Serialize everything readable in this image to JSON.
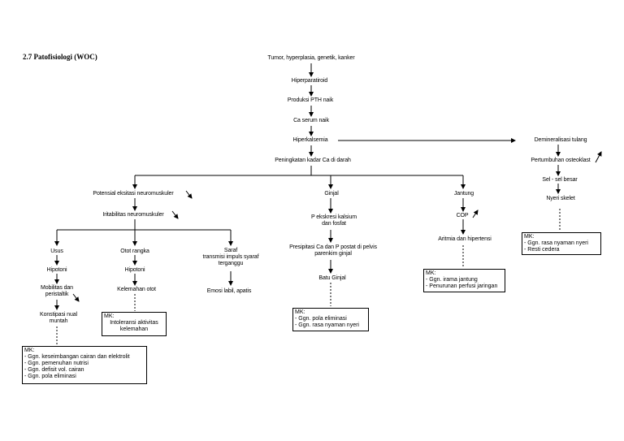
{
  "title": "2.7 Patofisiologi (WOC)",
  "nodes": {
    "tumor": "Tumor, hyperplasia, genetik, kanker",
    "hiperparatiroid": "Hiperparatiroid",
    "produksi_pth": "Produksi PTH naik",
    "ca_serum": "Ca serum naik",
    "hiperkalsemia": "Hiperkalsemia",
    "peningkatan_ca": "Peningkatan kadar Ca di darah",
    "demineralisasi": "Demineralisasi tulang",
    "osteoklast": "Pertumbuhan osteoklast",
    "sel_sel_besar": "Sel - sel besar",
    "nyeri_skelet": "Nyeri skelet",
    "potensial": "Potensial eksitasi neuromuskuler",
    "iritabilitas": "Iritabilitas neuromuskuler",
    "ginjal": "Ginjal",
    "jantung": "Jantung",
    "usus": "Usus",
    "otot_rangka": "Otot rangka",
    "saraf_1": "Saraf",
    "saraf_2": "transmisi impuls syaraf",
    "saraf_3": "terganggu",
    "hipotoni_usus": "Hipotoni",
    "hipotoni_otot": "Hipotoni",
    "mobilitas_1": "Mobilitas dan",
    "mobilitas_2": "peristaltik",
    "kelemahan": "Kelemahan otot",
    "emosi": "Emosi labil, apatis",
    "konstipasi_1": "Konstipasi nual",
    "konstipasi_2": "muntah",
    "ekskresi_1": "P ekskresi kalsium",
    "ekskresi_2": "dan fosfat",
    "presipitasi_1": "Presipitasi Ca dan P postat di pelvis",
    "presipitasi_2": "parenkim ginjal",
    "batu_ginjal": "Batu Ginjal",
    "cop": "COP",
    "aritmia": "Aritmia dan hipertensi"
  },
  "boxes": {
    "usus_mk": [
      "MK:",
      "- Ggn. keseimbangan cairan dan elektrolit",
      "- Ggn. pemenuhan nutrisi",
      "- Ggn. defisit vol. cairan",
      "- Ggn. pola eliminasi"
    ],
    "otot_mk": [
      "MK:",
      "Intoleransi aktivitas",
      "kelemahan"
    ],
    "ginjal_mk": [
      "MK:",
      "- Ggn. pola eliminasi",
      "- Ggn. rasa nyaman nyeri"
    ],
    "jantung_mk": [
      "MK:",
      "- Ggn. irama jantung",
      "- Penurunan perfusi jaringan"
    ],
    "tulang_mk": [
      "MK:",
      "- Ggn. rasa nyaman nyeri",
      "- Resti cedera"
    ]
  }
}
